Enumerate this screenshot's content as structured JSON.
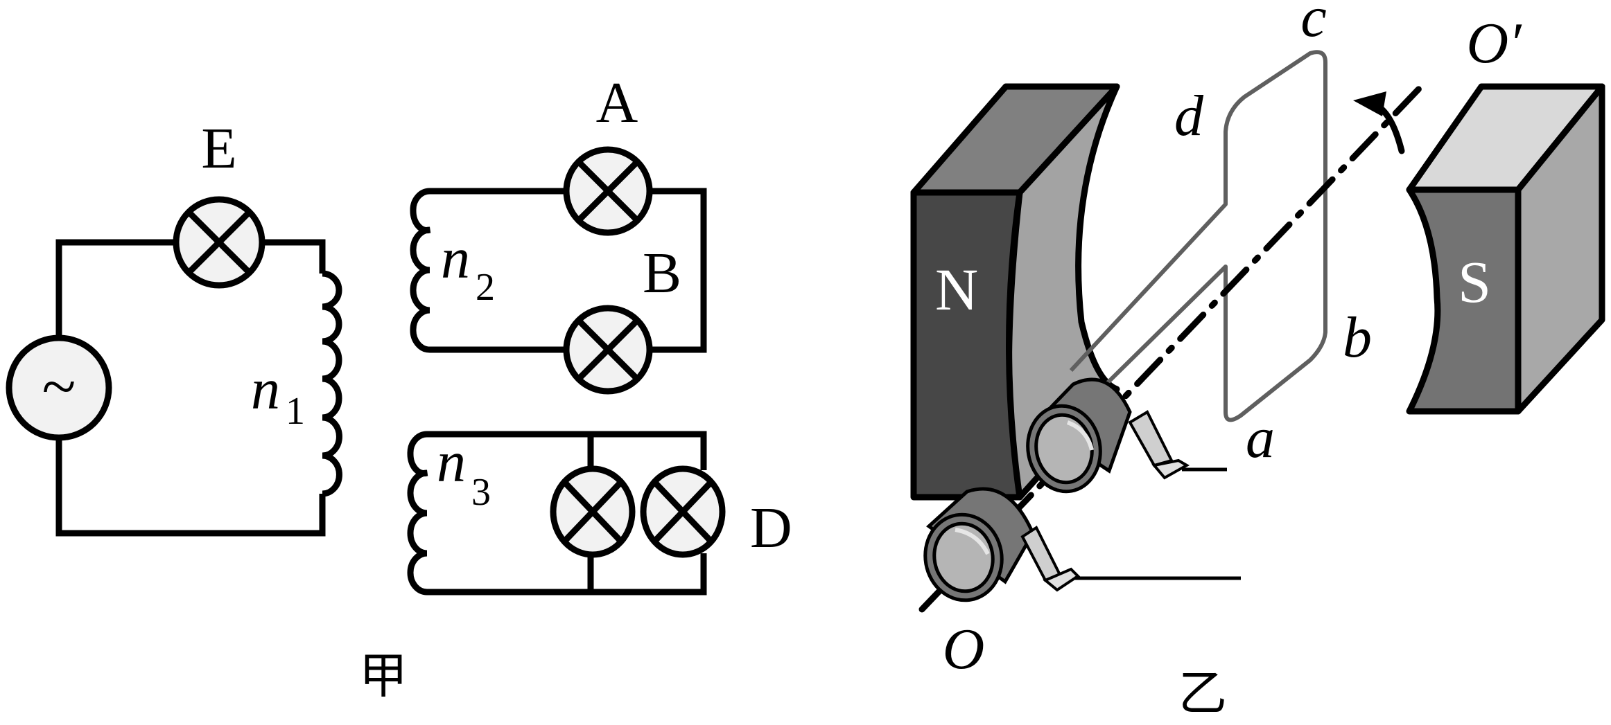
{
  "figure_left": {
    "caption": "甲",
    "primary_circuit": {
      "source_symbol": "~",
      "lamp_label": "E",
      "coil_label": "n",
      "coil_subscript": "1"
    },
    "secondary_circuit_1": {
      "coil_label": "n",
      "coil_subscript": "2",
      "lamp_labels": [
        "A",
        "B"
      ]
    },
    "secondary_circuit_2": {
      "coil_label": "n",
      "coil_subscript": "3",
      "lamp_labels": [
        "",
        "D"
      ]
    }
  },
  "figure_right": {
    "caption": "乙",
    "magnet_north_label": "N",
    "magnet_south_label": "S",
    "coil_corner_labels": {
      "a": "a",
      "b": "b",
      "c": "c",
      "d": "d"
    },
    "axis_start_label": "O",
    "axis_end_label": "O′",
    "colors": {
      "north_front": "#474747",
      "north_top": "#808080",
      "north_pole_face": "#a3a3a3",
      "south_front": "#737373",
      "south_top": "#d9d9d9",
      "south_side": "#a8a8a8",
      "coil_wire": "#5f5f5f",
      "slip_ring": "#767676",
      "lamp_fill": "#f2f2f2"
    }
  }
}
